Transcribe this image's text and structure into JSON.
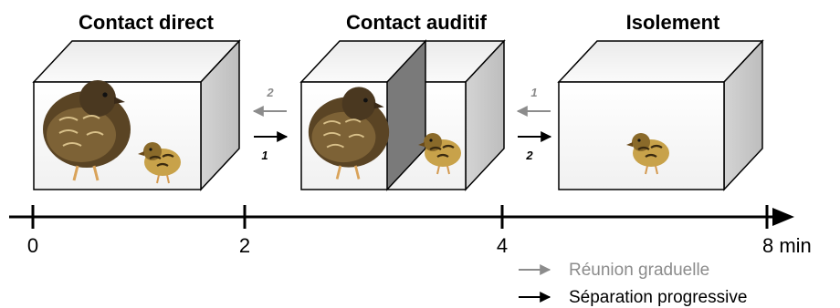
{
  "stages": [
    {
      "title": "Contact direct"
    },
    {
      "title": "Contact auditif"
    },
    {
      "title": "Isolement"
    }
  ],
  "transitions": [
    {
      "gray_num": "2",
      "black_num": "1"
    },
    {
      "gray_num": "1",
      "black_num": "2"
    }
  ],
  "timeline": {
    "ticks": [
      "0",
      "2",
      "4",
      "8 min"
    ]
  },
  "legend": {
    "gradual_reunion": "Réunion graduelle",
    "progressive_separation": "Séparation progressive"
  },
  "colors": {
    "gray_arrow": "#8c8c8c",
    "black_arrow": "#000000",
    "legend_gray_text": "#8c8c8c",
    "partition": "#7a7a7a"
  }
}
